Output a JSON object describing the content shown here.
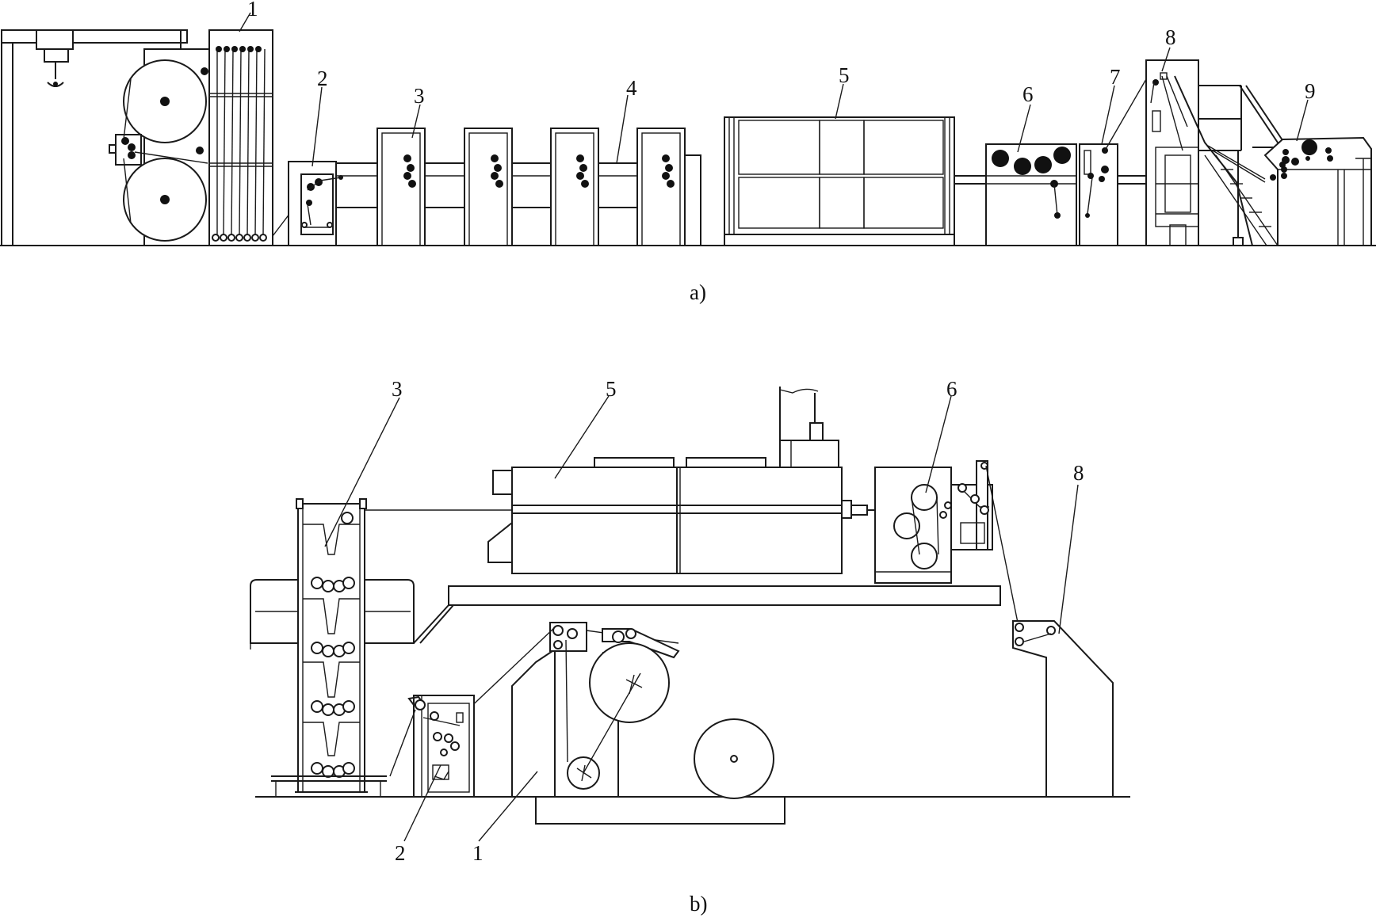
{
  "figure": {
    "panel_a": {
      "caption": "a)",
      "labels": [
        "1",
        "2",
        "3",
        "4",
        "5",
        "6",
        "7",
        "8",
        "9"
      ]
    },
    "panel_b": {
      "caption": "b)",
      "labels": [
        "3",
        "5",
        "6",
        "8",
        "2",
        "1"
      ]
    }
  },
  "colors": {
    "line": "#1a1a1a",
    "fill": "#ffffff"
  }
}
